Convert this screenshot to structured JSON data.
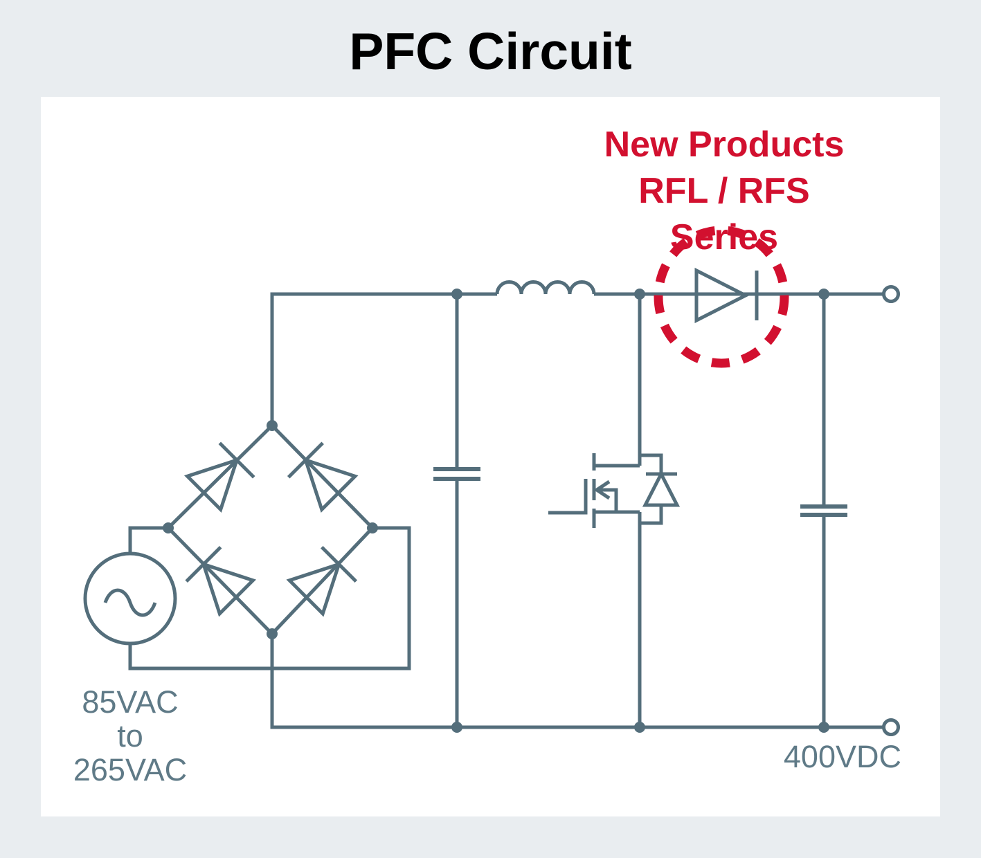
{
  "title": "PFC Circuit",
  "annotation": {
    "line1": "New Products",
    "line2": "RFL / RFS Series"
  },
  "labels": {
    "input_line1": "85VAC",
    "input_line2": "to",
    "input_line3": "265VAC",
    "output": "400VDC"
  },
  "colors": {
    "background": "#e9edf0",
    "canvas": "#ffffff",
    "line": "#546e7b",
    "label": "#5f7a87",
    "accent_red": "#d2102f",
    "title": "#000000"
  }
}
